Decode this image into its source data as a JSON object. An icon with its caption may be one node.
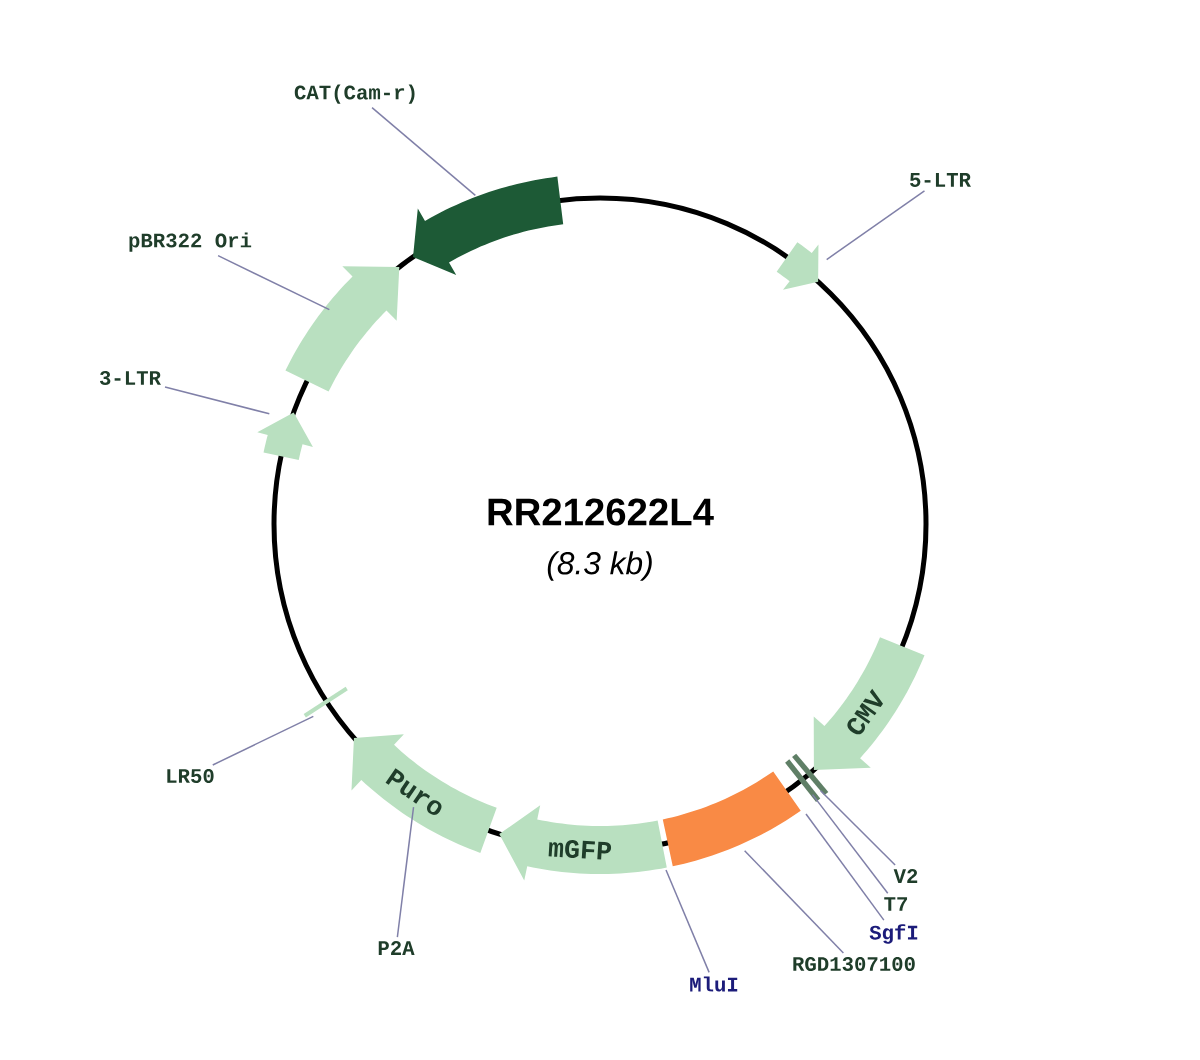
{
  "diagram": {
    "title": "RR212622L4",
    "nodes": [
      {
        "text": [
          "CAT(Cam-r)"
        ]
      },
      {
        "text": [],
        "shape": "arrow"
      },
      {
        "text": [
          "5-LTR"
        ]
      },
      {
        "text": [],
        "shape": "arrow"
      },
      {
        "text": [
          "pBR322 Ori"
        ]
      },
      {
        "text": [],
        "shape": "arrow"
      },
      {
        "text": [
          "3-LTR"
        ]
      },
      {
        "text": [],
        "shape": "arrow"
      },
      {
        "text": [
          "CMV"
        ]
      },
      {
        "text": [
          "LR50"
        ]
      },
      {
        "text": [],
        "shape": "bar"
      },
      {
        "text": [
          "Puro"
        ]
      },
      {
        "text": [
          "mGFP"
        ]
      },
      {
        "text": [],
        "shape": "box"
      },
      {
        "text": [],
        "shape": "bar"
      },
      {
        "text": [],
        "shape": "bar"
      },
      {
        "text": [
          "V2"
        ]
      },
      {
        "text": [
          "T7"
        ]
      },
      {
        "text": [
          "SgfI"
        ]
      },
      {
        "text": [
          "RGD1307100"
        ]
      },
      {
        "text": [
          "MluI"
        ]
      },
      {
        "text": [
          "P2A"
        ]
      }
    ],
    "edges": [
      {
        "from": 0,
        "to": 1,
        "arrow": "none"
      },
      {
        "from": 2,
        "to": 3,
        "arrow": "none"
      },
      {
        "from": 4,
        "to": 5,
        "arrow": "none"
      },
      {
        "from": 6,
        "to": 7,
        "arrow": "none"
      },
      {
        "from": 9,
        "to": 10,
        "arrow": "none"
      },
      {
        "from": 16,
        "to": 14,
        "arrow": "none"
      },
      {
        "from": 17,
        "to": 15,
        "arrow": "none"
      },
      {
        "from": 18,
        "to": 13,
        "arrow": "none"
      },
      {
        "from": 19,
        "to": 13,
        "arrow": "none"
      },
      {
        "from": 20,
        "to": 13,
        "arrow": "none"
      },
      {
        "from": 21,
        "to": 11,
        "arrow": "none"
      }
    ],
    "labels": [
      "(8.3 kb)"
    ]
  }
}
